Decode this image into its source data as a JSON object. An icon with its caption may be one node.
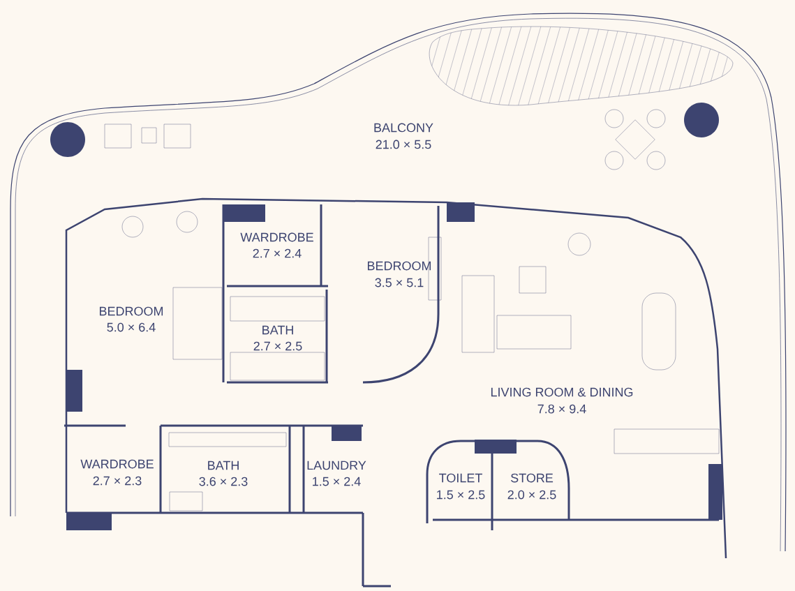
{
  "diagram": {
    "labels": [
      "BALCONY",
      "21.0 × 5.5",
      "WARDROBE",
      "2.7 × 2.4",
      "BEDROOM",
      "3.5 × 5.1",
      "BEDROOM",
      "5.0 × 6.4",
      "BATH",
      "2.7 × 2.5",
      "LIVING ROOM & DINING",
      "7.8 × 9.4",
      "WARDROBE",
      "2.7 × 2.3",
      "BATH",
      "3.6 × 2.3",
      "LAUNDRY",
      "1.5 × 2.4",
      "TOILET",
      "1.5 × 2.5",
      "STORE",
      "2.0 × 2.5"
    ]
  }
}
